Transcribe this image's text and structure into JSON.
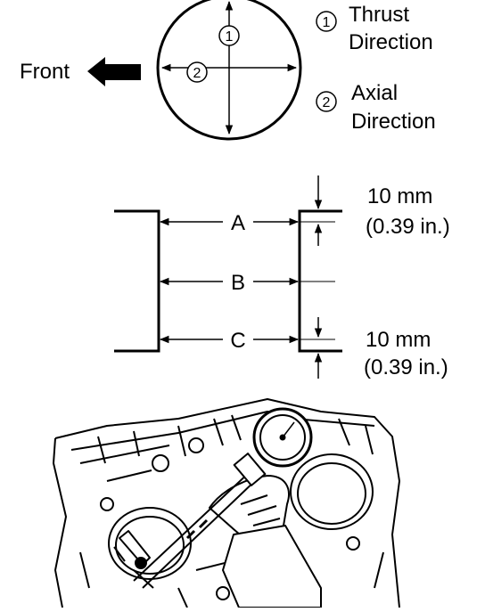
{
  "top_view": {
    "front_label": "Front",
    "marker_1": "1",
    "marker_2": "2",
    "legend": [
      {
        "num": "1",
        "line1": "Thrust",
        "line2": "Direction"
      },
      {
        "num": "2",
        "line1": "Axial",
        "line2": "Direction"
      }
    ]
  },
  "bore_section": {
    "points": [
      "A",
      "B",
      "C"
    ],
    "upper_offset": {
      "metric": "10 mm",
      "imperial": "(0.39 in.)"
    },
    "lower_offset": {
      "metric": "10 mm",
      "imperial": "(0.39 in.)"
    }
  },
  "illustration": {
    "description_icon": "bore-gauge-measurement-illustration"
  }
}
